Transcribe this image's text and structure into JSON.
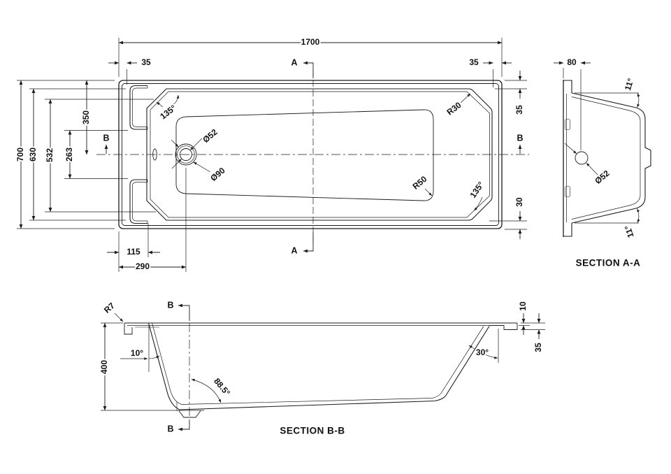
{
  "plan": {
    "dim_length": "1700",
    "dim_width": "700",
    "dim_630": "630",
    "dim_532": "532",
    "dim_263": "263",
    "dim_350": "350",
    "dim_rim_35": "35",
    "dim_side_35": "35",
    "dim_side_30": "30",
    "dim_115": "115",
    "dim_290": "290",
    "radius_r30": "R30",
    "radius_r50": "R50",
    "angle_135": "135°",
    "drain_inner": "Ø52",
    "drain_outer": "Ø90",
    "marker_a": "A",
    "marker_b": "B"
  },
  "section_aa": {
    "label": "SECTION A-A",
    "dim_80": "80",
    "drain": "Ø52",
    "angle_11": "11°"
  },
  "section_bb": {
    "label": "SECTION B-B",
    "dim_400": "400",
    "radius_r7": "R7",
    "angle_wall": "10°",
    "angle_floor": "88.5°",
    "angle_front": "30°",
    "dim_10": "10",
    "dim_35": "35",
    "marker_b": "B"
  }
}
